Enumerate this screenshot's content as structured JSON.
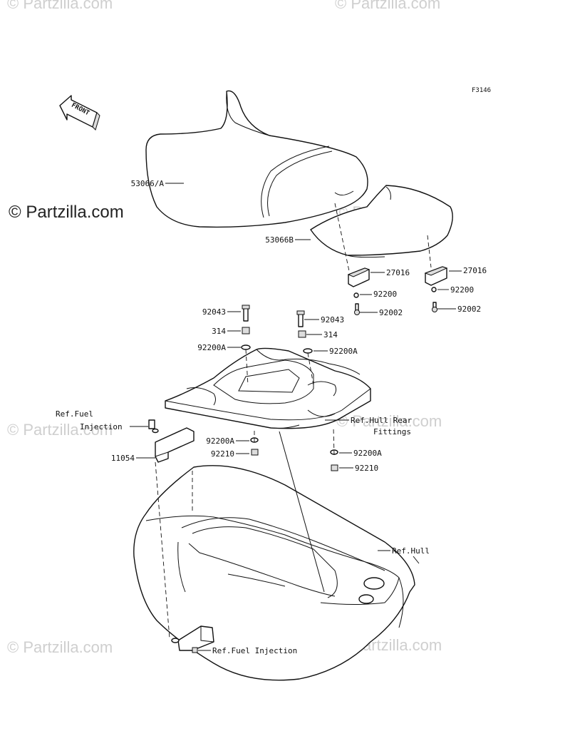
{
  "diagram": {
    "figure_code": "F3146",
    "front_label": "FRONT",
    "copyright": "© Partzilla.com",
    "watermark": "© Partzilla.com",
    "callouts": [
      {
        "id": "53066A",
        "text": "53066/A"
      },
      {
        "id": "53066B",
        "text": "53066B"
      },
      {
        "id": "27016-left",
        "text": "27016"
      },
      {
        "id": "27016-right",
        "text": "27016"
      },
      {
        "id": "92200-left",
        "text": "92200"
      },
      {
        "id": "92200-right",
        "text": "92200"
      },
      {
        "id": "92002-left",
        "text": "92002"
      },
      {
        "id": "92002-right",
        "text": "92002"
      },
      {
        "id": "92043-left",
        "text": "92043"
      },
      {
        "id": "92043-right",
        "text": "92043"
      },
      {
        "id": "314-left",
        "text": "314"
      },
      {
        "id": "314-right",
        "text": "314"
      },
      {
        "id": "92200A-upper-left",
        "text": "92200A"
      },
      {
        "id": "92200A-upper-right",
        "text": "92200A"
      },
      {
        "id": "ref-fuel-injection-upper-1",
        "text": "Ref.Fuel"
      },
      {
        "id": "ref-fuel-injection-upper-2",
        "text": "Injection"
      },
      {
        "id": "ref-hull-rear-fittings-1",
        "text": "Ref.Hull Rear"
      },
      {
        "id": "ref-hull-rear-fittings-2",
        "text": "Fittings"
      },
      {
        "id": "11054",
        "text": "11054"
      },
      {
        "id": "92200A-lower-left",
        "text": "92200A"
      },
      {
        "id": "92210-lower-left",
        "text": "92210"
      },
      {
        "id": "92200A-lower-right",
        "text": "92200A"
      },
      {
        "id": "92210-lower-right",
        "text": "92210"
      },
      {
        "id": "ref-hull",
        "text": "Ref.Hull"
      },
      {
        "id": "ref-fuel-injection-lower",
        "text": "Ref.Fuel Injection"
      }
    ]
  }
}
